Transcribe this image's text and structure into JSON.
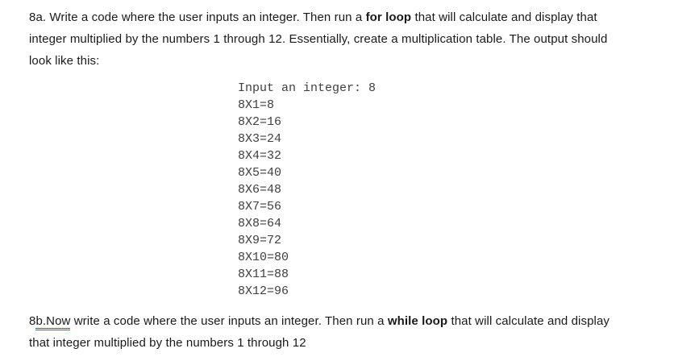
{
  "document": {
    "background_color": "#ffffff",
    "body_text_color": "#1a1a1a",
    "console_text_color": "#3f3f3f",
    "grammar_underline_color": "#2e62c9",
    "paragraph_8a": {
      "lines": [
        [
          {
            "t": "8a. Write a code where the user inputs an integer. Then run a "
          },
          {
            "t": "for loop",
            "b": true
          },
          {
            "t": " that will calculate and display that"
          }
        ],
        [
          {
            "t": "integer multiplied by the numbers 1 through 12. Essentially, create a multiplication table. The output should"
          }
        ],
        [
          {
            "t": "look like this:"
          }
        ]
      ]
    },
    "console_output": {
      "lines": [
        "Input an integer: 8",
        "8X1=8",
        "8X2=16",
        "8X3=24",
        "8X4=32",
        "8X5=40",
        "8X6=48",
        "8X7=56",
        "8X8=64",
        "8X9=72",
        "8X10=80",
        "8X11=88",
        "8X12=96"
      ]
    },
    "paragraph_8b": {
      "lines": [
        [
          {
            "t": "8"
          },
          {
            "t": "b.Now",
            "u": true
          },
          {
            "t": " write a code where the user inputs an integer. Then run a "
          },
          {
            "t": "while loop",
            "b": true
          },
          {
            "t": " that will calculate and display"
          }
        ],
        [
          {
            "t": "that integer multiplied by the numbers 1 through 12"
          }
        ]
      ]
    }
  }
}
